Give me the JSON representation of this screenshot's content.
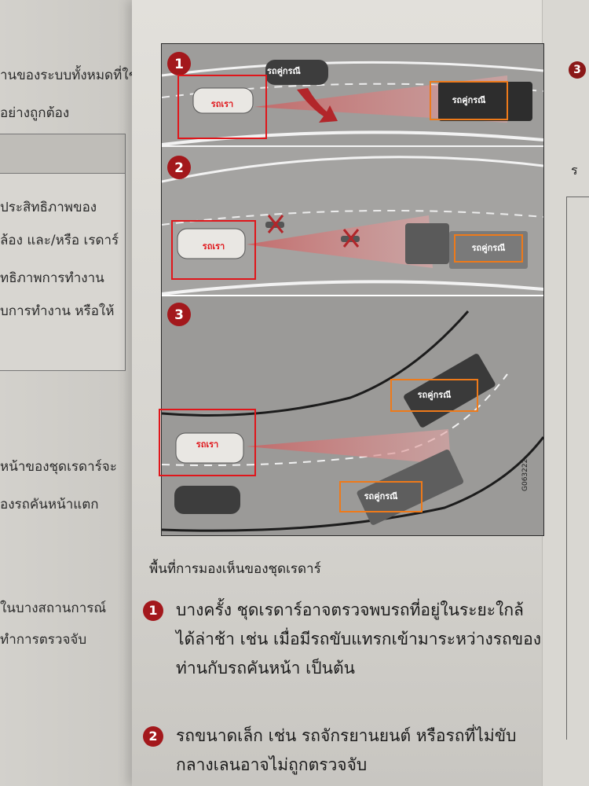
{
  "left_page": {
    "lines": [
      "านของระบบทั้งหมดที่ใช้",
      "อย่างถูกต้อง",
      "ประสิทธิภาพของ",
      "ล้อง และ/หรือ เรดาร์",
      "ทธิภาพการทำงาน",
      "บการทำงาน หรือให้",
      "หน้าของชุดเรดาร์จะ",
      "องรถคันหน้าแตก",
      "ในบางสถานการณ์",
      "ทำการตรวจจับ"
    ]
  },
  "right_page": {
    "number": "3",
    "letter": "ร"
  },
  "figure": {
    "id": "G063222",
    "panels": [
      {
        "number": "1"
      },
      {
        "number": "2"
      },
      {
        "number": "3"
      }
    ],
    "labels": {
      "our_car": "รถเรา",
      "other_car": "รถคู่กรณี"
    }
  },
  "caption": "พื้นที่การมองเห็นของชุดเรดาร์",
  "notes": [
    {
      "number": "1",
      "lines": [
        "บางครั้ง ชุดเรดาร์อาจตรวจพบรถที่อยู่ในระยะใกล้",
        "ได้ล่าช้า เช่น เมื่อมีรถขับแทรกเข้ามาระหว่างรถของ",
        "ท่านกับรถคันหน้า เป็นต้น"
      ]
    },
    {
      "number": "2",
      "lines": [
        "รถขนาดเล็ก เช่น รถจักรยานยนต์ หรือรถที่ไม่ขับ",
        "กลางเลนอาจไม่ถูกตรวจจับ"
      ]
    }
  ],
  "colors": {
    "our_car_box": "#e0161b",
    "other_car_box": "#ee7a1a",
    "radar_beam": "#d98c8c",
    "badge": "#a3181c"
  }
}
